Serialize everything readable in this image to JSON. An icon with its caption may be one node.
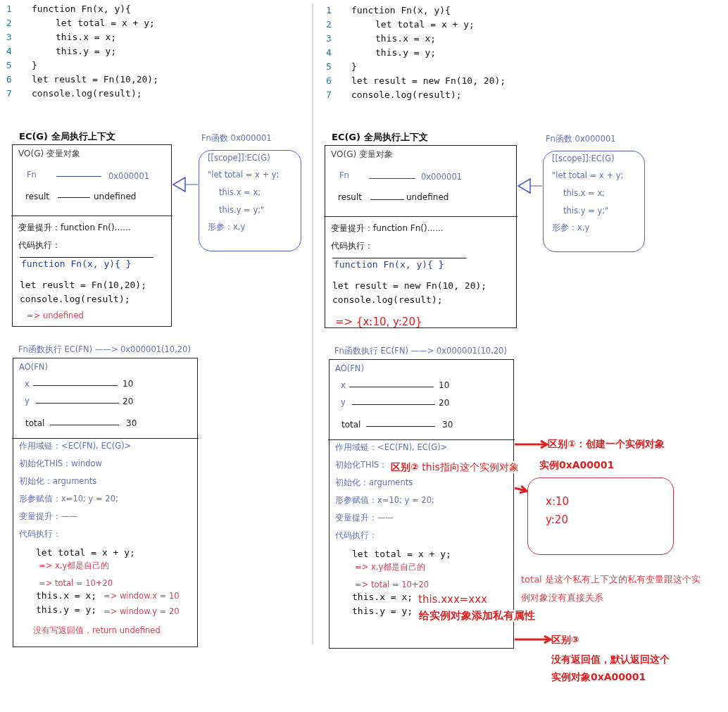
{
  "diagram": {
    "nodes": [
      {
        "text": [
          "EC(G) 全局执行上下文",
          "VO(G) 变量对象",
          "Fn",
          "0x000001",
          "result",
          "undefined",
          "变量提升：function Fn()......",
          "代码执行：",
          "function Fn(x, y){ }",
          "let reuslt = Fn(10,20);",
          "console.log(result);",
          "=> undefined"
        ]
      },
      {
        "text": [
          "Fn函数 0x000001",
          "[[scope]]:EC(G)",
          "\"let total = x + y;",
          "this.x = x;",
          "this.y = y;\"",
          "形参：x,y"
        ]
      },
      {
        "text": [
          "Fn函数执行 EC(FN) ——> 0x000001(10,20)",
          "AO(FN)",
          "x",
          "10",
          "y",
          "20",
          "total",
          "30",
          "作用域链：<EC(FN), EC(G)>",
          "初始化THIS：window",
          "初始化：arguments",
          "形参赋值：x=10; y = 20;",
          "变量提升：——",
          "代码执行：",
          "let total = x + y;",
          "=> x,y都是自己的",
          "=> total = 10+20",
          "this.x = x;",
          "=> window.x = 10",
          "this.y = y;",
          "=> window.y = 20",
          "没有写返回值，return undefined"
        ]
      },
      {
        "text": [
          "EC(G) 全局执行上下文",
          "VO(G) 变量对象",
          "Fn",
          "0x000001",
          "result",
          "undefined",
          "变量提升：function Fn()......",
          "代码执行：",
          "function Fn(x, y){ }",
          "let result = new Fn(10, 20);",
          "console.log(result);",
          "=> {x:10, y:20}"
        ]
      },
      {
        "text": [
          "Fn函数 0x000001",
          "[[scope]]:EC(G)",
          "\"let total = x + y;",
          "this.x = x;",
          "this.y = y;\"",
          "形参：x,y"
        ]
      },
      {
        "text": [
          "Fn函数执行 EC(FN) ——> 0x000001(10,20)",
          "AO(FN)",
          "x",
          "10",
          "y",
          "20",
          "total",
          "30",
          "作用域链：<EC(FN), EC(G)>",
          "初始化THIS：",
          "初始化：arguments",
          "形参赋值：x=10; y = 20;",
          "变量提升：——",
          "代码执行：",
          "let total = x + y;",
          "=> x,y都是自己的",
          "=> total = 10+20",
          "this.x = x;",
          "this.y = y;"
        ]
      },
      {
        "text": [
          "实例0xA00001",
          "x:10",
          "y:20"
        ]
      },
      {
        "text": [
          "区别①：创建一个实例对象"
        ]
      },
      {
        "text": [
          "区别③",
          "没有返回值，默认返回这个实例对象0xA00001"
        ]
      }
    ],
    "edges": [
      {
        "from": 1,
        "to": 0,
        "arrow": "to",
        "color": "#4a55c0"
      },
      {
        "from": 4,
        "to": 3,
        "arrow": "to",
        "color": "#4a55c0"
      },
      {
        "from": 5,
        "to": 7,
        "arrow": "to"
      },
      {
        "from": 5,
        "to": 6,
        "arrow": "to"
      },
      {
        "from": 5,
        "to": 8,
        "arrow": "to"
      }
    ],
    "labels": [
      "1",
      "function Fn(x, y){",
      "2",
      "let total = x + y;",
      "3",
      "this.x = x;",
      "4",
      "this.y = y;",
      "5",
      "}",
      "6",
      "let reuslt = Fn(10,20);",
      "7",
      "console.log(result);",
      "1",
      "function Fn(x, y){",
      "2",
      "let total = x + y;",
      "3",
      "this.x = x;",
      "4",
      "this.y = y;",
      "5",
      "}",
      "6",
      "let result = new Fn(10, 20);",
      "7",
      "console.log(result);",
      "**区别②** this指向这个实例对象",
      "this.xxx=xxx",
      "给实例对象添加私有属性",
      "total 是这个私有上下文的私有变量跟这个实例对象没有直接关系"
    ]
  }
}
